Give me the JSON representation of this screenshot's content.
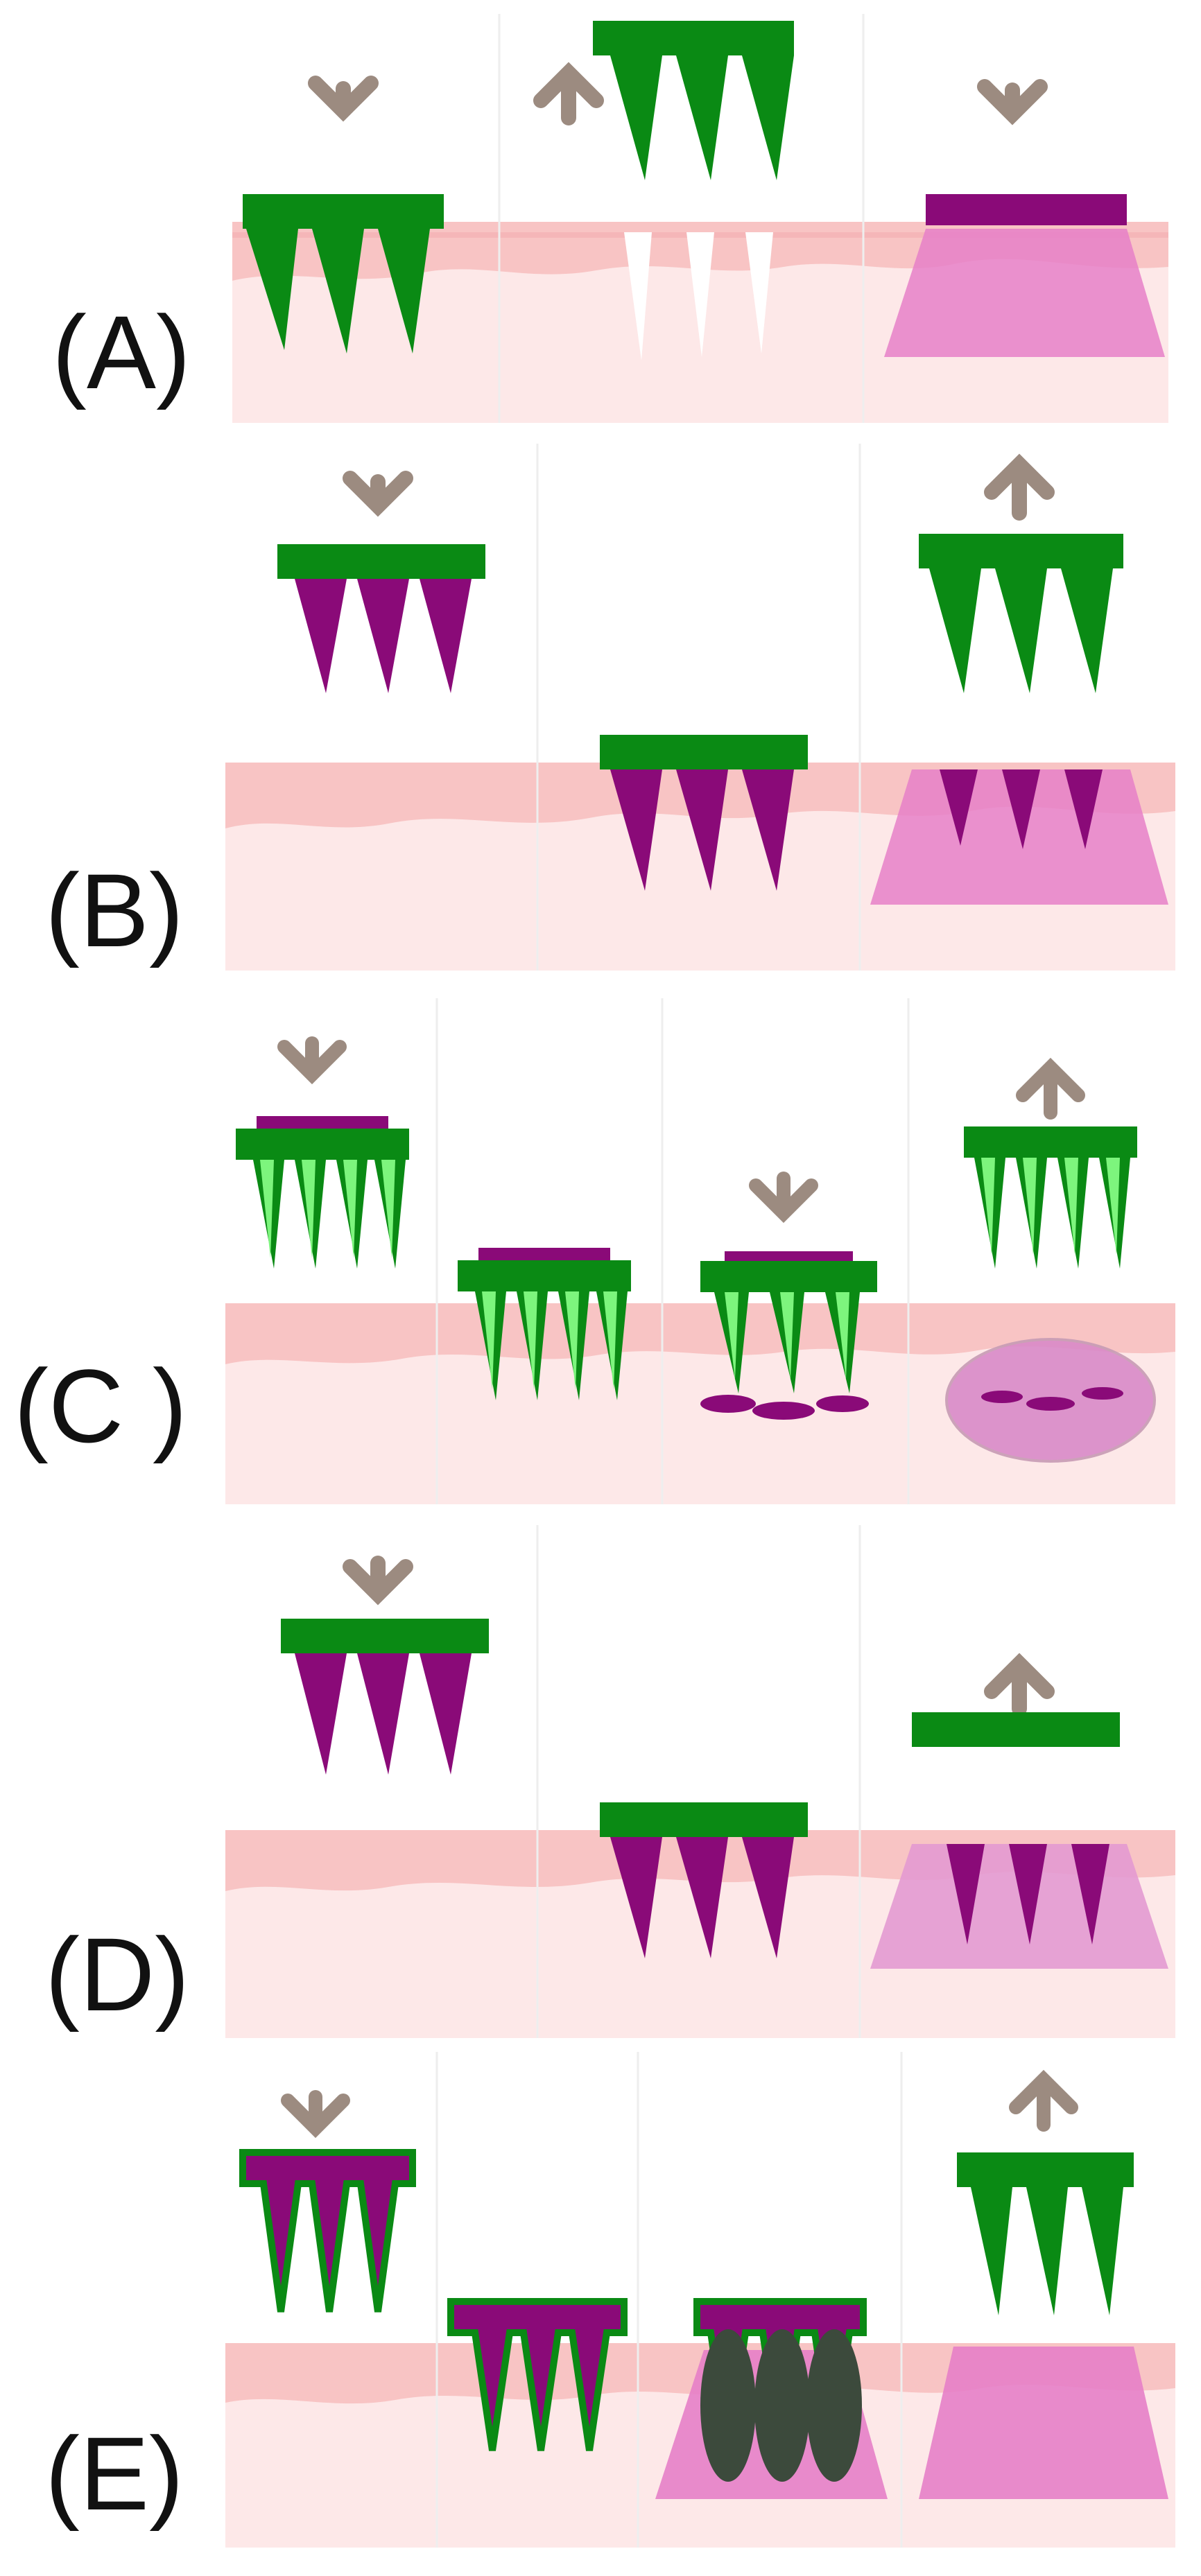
{
  "colors": {
    "background": "#ffffff",
    "skin_outer": "#f8c4c4",
    "skin_outer_dark": "#f2a8ac",
    "skin_inner": "#fde8e8",
    "skin_band": "#f6b7ba",
    "green": "#0a8a14",
    "green_light": "#7df57d",
    "purple": "#8a0a78",
    "drug": "#e680c8",
    "drug_light": "#ee9fd8",
    "arrow": "#9c8b80",
    "dark_grey": "#3c4a3c"
  },
  "panels": [
    {
      "label": "(A)",
      "key": "A"
    },
    {
      "label": "(B)",
      "key": "B"
    },
    {
      "label": "(C )",
      "key": "C"
    },
    {
      "label": "(D)",
      "key": "D"
    },
    {
      "label": "(E)",
      "key": "E"
    }
  ],
  "icons": {
    "arrow_down": "arrow-down-icon",
    "arrow_up": "arrow-up-icon",
    "microneedle_patch": "microneedle-patch-icon"
  }
}
